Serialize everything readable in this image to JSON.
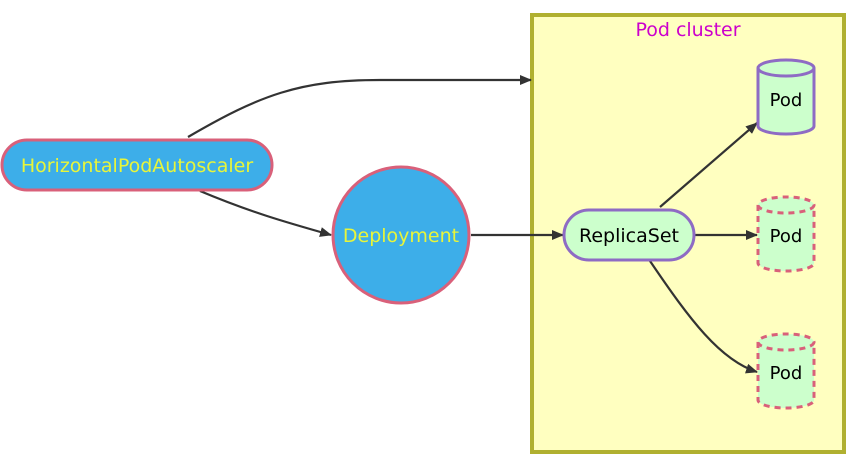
{
  "cluster": {
    "label": "Pod cluster"
  },
  "nodes": {
    "hpa": {
      "label": "HorizontalPodAutoscaler"
    },
    "deployment": {
      "label": "Deployment"
    },
    "replicaset": {
      "label": "ReplicaSet"
    },
    "pods": [
      {
        "label": "Pod",
        "state": "running"
      },
      {
        "label": "Pod",
        "state": "pending"
      },
      {
        "label": "Pod",
        "state": "pending"
      }
    ]
  },
  "colors": {
    "cluster_fill": "#ffffc0",
    "cluster_border": "#b0b030",
    "cluster_label": "#cc00cc",
    "hpa_fill": "#3daee9",
    "hpa_border": "#d9607a",
    "hpa_text": "#e8f53a",
    "replicaset_fill": "#ccffcc",
    "replicaset_border": "#8e6bc4",
    "pod_fill": "#ccffcc",
    "pod_running_border": "#8e6bc4",
    "pod_pending_border": "#d9607a",
    "edge": "#333333"
  }
}
